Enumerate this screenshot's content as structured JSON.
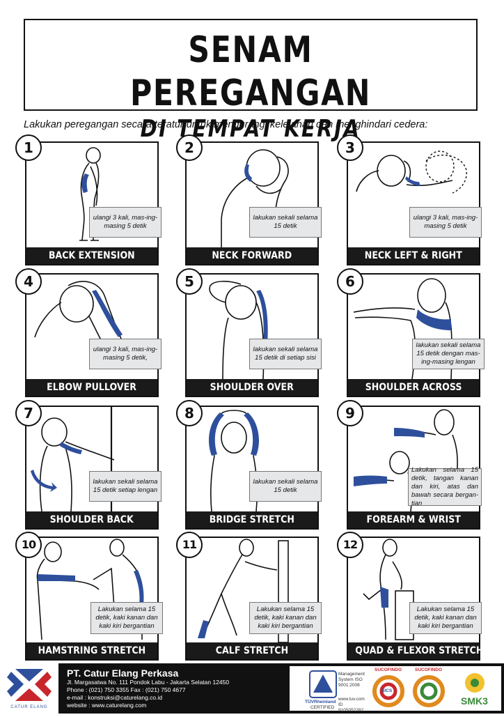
{
  "title": "SENAM PEREGANGAN",
  "subtitle_title": "DI TEMPAT KERJA",
  "intro": "Lakukan peregangan secara teratur untuk mengurangi kelelahan dan menghindari cedera:",
  "colors": {
    "accent": "#2e4f9c",
    "dark": "#1a1a1a",
    "note_bg": "#e6e7e9"
  },
  "exercises": [
    {
      "number": "1",
      "label": "BACK EXTENSION",
      "note": "ulangi 3 kali, mas-ing-masing 5 detik"
    },
    {
      "number": "2",
      "label": "NECK FORWARD",
      "note": "lakukan sekali selama 15 detik"
    },
    {
      "number": "3",
      "label": "NECK LEFT & RIGHT",
      "note": "ulangi 3 kali, mas-ing-masing 5 detik"
    },
    {
      "number": "4",
      "label": "ELBOW PULLOVER",
      "note": "ulangi 3 kali, mas-ing-masing 5 detik,"
    },
    {
      "number": "5",
      "label": "SHOULDER OVER",
      "note": "lakukan sekali selama 15 detik di setiap sisi"
    },
    {
      "number": "6",
      "label": "SHOULDER ACROSS",
      "note": "lakukan sekali selama 15 detik dengan mas-ing-masing lengan"
    },
    {
      "number": "7",
      "label": "SHOULDER BACK",
      "note": "lakukan sekali selama 15 detik setiap lengan"
    },
    {
      "number": "8",
      "label": "BRIDGE STRETCH",
      "note": "lakukan sekali selama 15 detik"
    },
    {
      "number": "9",
      "label": "FOREARM & WRIST",
      "note": "Lakukan selama 15 detik, tangan kanan dan kiri, atas dan bawah secara bergan-tian"
    },
    {
      "number": "10",
      "label": "HAMSTRING STRETCH",
      "note": "Lakukan selama 15 detik, kaki kanan dan kaki kiri bergantian"
    },
    {
      "number": "11",
      "label": "CALF STRETCH",
      "note": "Lakukan selama 15 detik, kaki kanan dan kaki kiri bergantian"
    },
    {
      "number": "12",
      "label": "QUAD & FLEXOR STRETCH",
      "note": "Lakukan selama 15 detik, kaki kanan dan kaki kiri bergantian"
    }
  ],
  "footer": {
    "logo_text": "CATUR ELANG",
    "company": "PT. Catur Elang Perkasa",
    "address": "Jl. Margasatwa No. 111 Pondok Labu - Jakarta Selatan 12450",
    "phone": "Phone : (021) 750 3355 Fax : (021) 750 4677",
    "email": "e-mail : konstruksi@caturelang.co.id",
    "website": "website : www.caturelang.com",
    "cert_tuv": "TÜVRheinland",
    "cert_tuv_sub": "CERTIFIED",
    "mgmt": "Management System ISO 9001:2008",
    "tuv_web": "www.tuv.com ID 9105052282",
    "sucofindo1": "SUCOFINDO",
    "sucofindo2": "SUCOFINDO",
    "sics": "SICS",
    "smk3": "SMK3"
  }
}
